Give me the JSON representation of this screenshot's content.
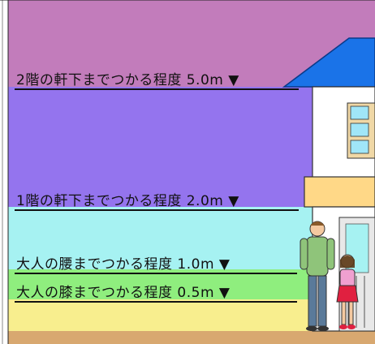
{
  "levels": [
    {
      "label": "2階の軒下までつかる程度 5.0m ▼",
      "color": "#c27cbb"
    },
    {
      "label": "1階の軒下までつかる程度 2.0m ▼",
      "color": "#9474ee"
    },
    {
      "label": "大人の腰までつかる程度 1.0m ▼",
      "color": "#a6f2f2"
    },
    {
      "label": "大人の膝までつかる程度 0.5m ▼",
      "color": "#8fee7e"
    }
  ],
  "colors": {
    "below_knee": "#f8ee8e",
    "ground": "#d8a870",
    "roof": "#1a73e8",
    "wall": "#ffffff",
    "balcony": "#ffd887",
    "window": "#a0e6f8",
    "window_frame": "#f0d8a6"
  }
}
